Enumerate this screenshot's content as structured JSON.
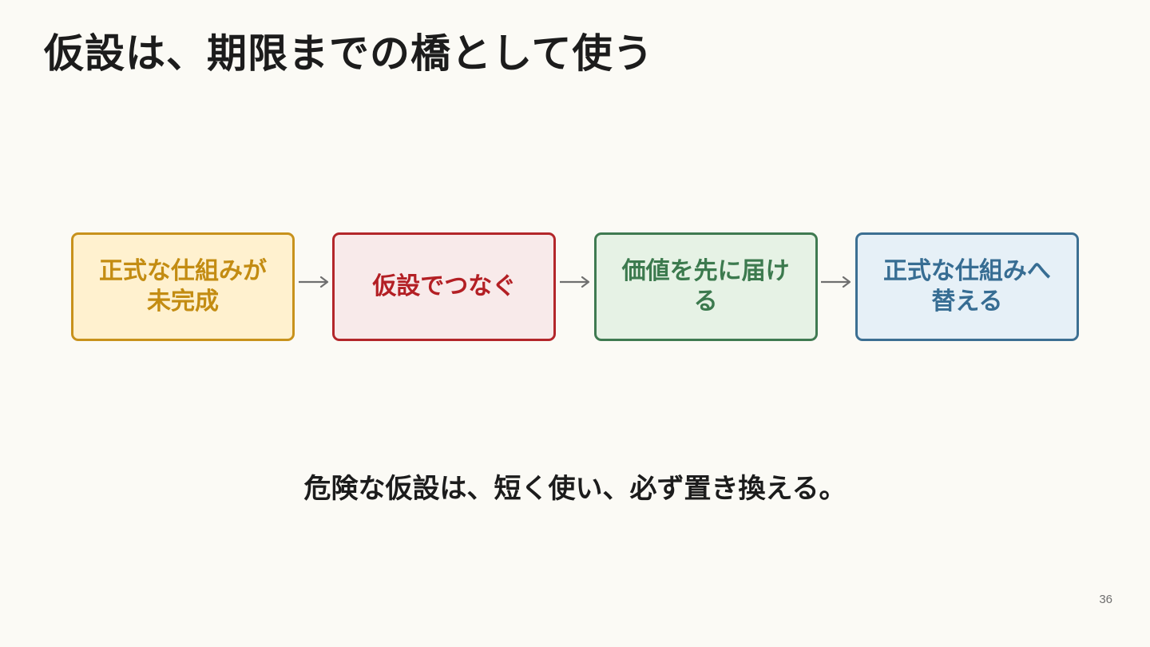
{
  "slide": {
    "title": "仮設は、期限までの橋として使う",
    "summary": "危険な仮設は、短く使い、必ず置き換える。",
    "page_number": "36"
  },
  "flow": {
    "steps": [
      {
        "label": "正式な仕組みが未完成",
        "text_color": "#c38c12",
        "border_color": "#c8921c",
        "fill_color": "#fff1cf"
      },
      {
        "label": "仮設でつなぐ",
        "text_color": "#b31f24",
        "border_color": "#b3262a",
        "fill_color": "#f8eaea"
      },
      {
        "label": "価値を先に届ける",
        "text_color": "#3c7a4e",
        "border_color": "#3f7a51",
        "fill_color": "#e6f2e5"
      },
      {
        "label": "正式な仕組みへ替える",
        "text_color": "#376d93",
        "border_color": "#3c6f92",
        "fill_color": "#e6f0f7"
      }
    ],
    "arrow_color": "#6f6f6f"
  }
}
